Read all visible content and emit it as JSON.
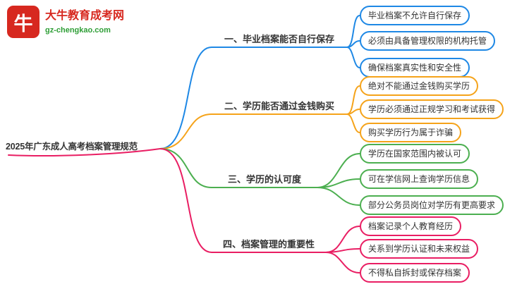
{
  "logo": {
    "icon_text": "牛",
    "site_name": "大牛教育成考网",
    "site_url": "gz-chengkao.com"
  },
  "root": {
    "label": "2025年广东成人高考档案管理规范"
  },
  "branches": [
    {
      "label": "一、毕业档案能否自行保存",
      "color": "#1e88e5",
      "children": [
        "毕业档案不允许自行保存",
        "必须由具备管理权限的机构托管",
        "确保档案真实性和安全性"
      ]
    },
    {
      "label": "二、学历能否通过金钱购买",
      "color": "#f5a31a",
      "children": [
        "绝对不能通过金钱购买学历",
        "学历必须通过正规学习和考试获得",
        "购买学历行为属于诈骗"
      ]
    },
    {
      "label": "三、学历的认可度",
      "color": "#4caf50",
      "children": [
        "学历在国家范围内被认可",
        "可在学信网上查询学历信息",
        "部分公务员岗位对学历有更高要求"
      ]
    },
    {
      "label": "四、档案管理的重要性",
      "color": "#e91e63",
      "children": [
        "档案记录个人教育经历",
        "关系到学历认证和未来权益",
        "不得私自拆封或保存档案"
      ]
    }
  ],
  "colors": {
    "root-accent": "#e91e63",
    "logo-red": "#d7281f",
    "logo-green": "#2e9e36"
  }
}
